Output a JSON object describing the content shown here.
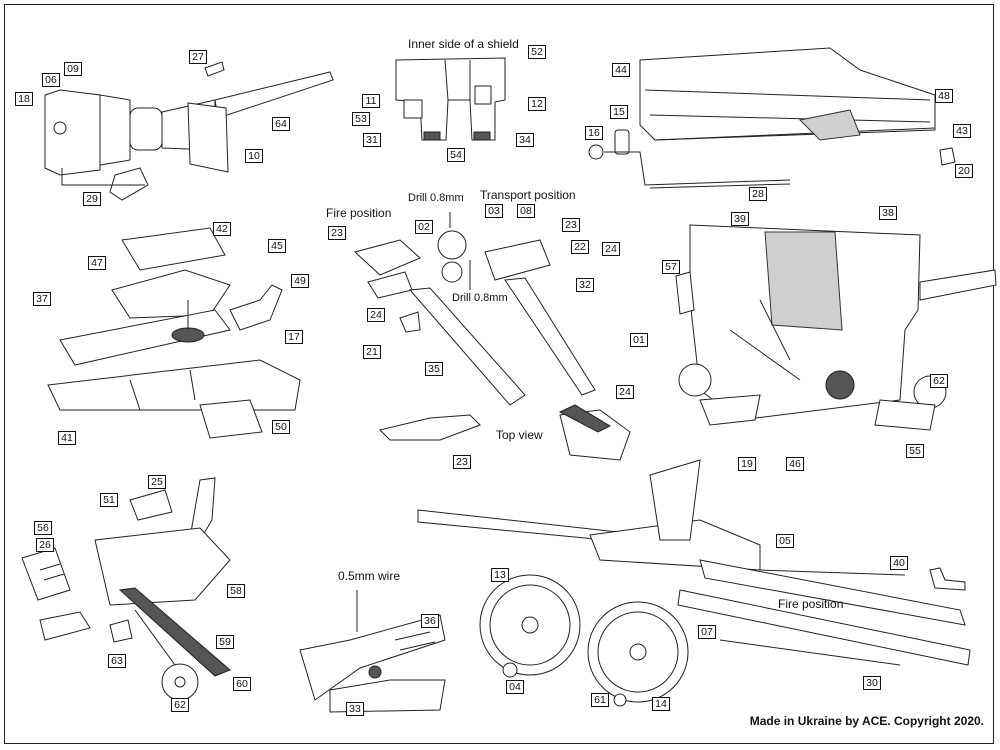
{
  "captions": {
    "inner_shield": "Inner side of a shield",
    "fire_position_left": "Fire position",
    "transport_position": "Transport position",
    "drill_top": "Drill 0.8mm",
    "drill_mid": "Drill 0.8mm",
    "top_view": "Top view",
    "wire": "0.5mm wire",
    "fire_position_right": "Fire position",
    "copyright": "Made in Ukraine by ACE. Copyright 2020."
  },
  "parts": {
    "p01": "01",
    "p02": "02",
    "p03": "03",
    "p04": "04",
    "p05": "05",
    "p06": "06",
    "p07": "07",
    "p08": "08",
    "p09": "09",
    "p10": "10",
    "p11": "11",
    "p12": "12",
    "p13": "13",
    "p14": "14",
    "p15": "15",
    "p16": "16",
    "p17": "17",
    "p18": "18",
    "p19": "19",
    "p20": "20",
    "p21": "21",
    "p22": "22",
    "p23a": "23",
    "p23b": "23",
    "p23c": "23",
    "p24a": "24",
    "p24b": "24",
    "p24c": "24",
    "p25": "25",
    "p26": "26",
    "p27": "27",
    "p28": "28",
    "p29": "29",
    "p30": "30",
    "p31": "31",
    "p32": "32",
    "p33": "33",
    "p34": "34",
    "p35": "35",
    "p36": "36",
    "p37": "37",
    "p38": "38",
    "p39": "39",
    "p40": "40",
    "p41": "41",
    "p42": "42",
    "p43": "43",
    "p44": "44",
    "p45": "45",
    "p46": "46",
    "p47": "47",
    "p48": "48",
    "p49": "49",
    "p50": "50",
    "p51": "51",
    "p52": "52",
    "p53": "53",
    "p54": "54",
    "p55": "55",
    "p56": "56",
    "p57": "57",
    "p58": "58",
    "p59": "59",
    "p60": "60",
    "p61": "61",
    "p62a": "62",
    "p62b": "62",
    "p63": "63",
    "p64": "64"
  }
}
